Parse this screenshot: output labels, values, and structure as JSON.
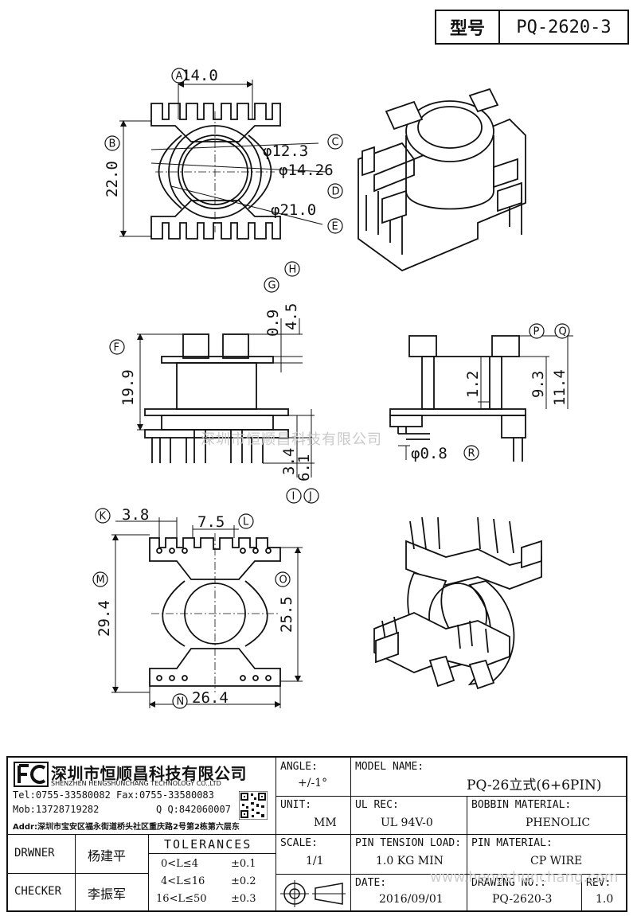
{
  "header": {
    "model_label": "型号",
    "model_value": "PQ-2620-3"
  },
  "dimensions": {
    "A": "A",
    "B": "B",
    "C": "C",
    "D": "D",
    "E": "E",
    "F": "F",
    "G": "G",
    "H": "H",
    "I": "I",
    "J": "J",
    "K": "K",
    "L": "L",
    "M": "M",
    "N": "N",
    "O": "O",
    "P": "P",
    "Q": "Q",
    "R": "R",
    "a_val": "14.0",
    "b_val": "22.0",
    "c_val": "φ12.3",
    "d_val": "φ14.26",
    "e_val": "φ21.0",
    "f_val": "19.9",
    "g_val": "0.9",
    "h_val": "4.5",
    "i_val": "3.4",
    "j_val": "6.1",
    "p_val": "1.2",
    "q_val1": "9.3",
    "q_val2": "11.4",
    "r_val": "φ0.8",
    "k_val": "3.8",
    "l_val": "7.5",
    "m_val": "29.4",
    "n_val": "26.4",
    "o_val": "25.5"
  },
  "watermark": "深圳市恒顺昌科技有限公司",
  "watermark_url": "www.hengshunchang.com",
  "title_block": {
    "company_cn": "深圳市恒顺昌科技有限公司",
    "company_en": "SHENZHEN HENGSHUNCHANG TECHNOLOGY CO.,LTD",
    "tel": "Tel:0755-33580082 Fax:0755-33580083",
    "mob": "Mob:13728719282",
    "qq": "Q Q:842060007",
    "addr": "Addr:深圳市宝安区福永街道桥头社区重庆路2号第2栋第六层东",
    "drwner_label": "DRWNER",
    "drwner_value": "杨建平",
    "checker_label": "CHECKER",
    "checker_value": "李振军",
    "tolerances_label": "TOLERANCES",
    "tol1_range": "0<L≤4",
    "tol1_val": "±0.1",
    "tol2_range": "4<L≤16",
    "tol2_val": "±0.2",
    "tol3_range": "16<L≤50",
    "tol3_val": "±0.3",
    "angle_label": "ANGLE:",
    "angle_value": "+/-1°",
    "unit_label": "UNIT:",
    "unit_value": "MM",
    "scale_label": "SCALE:",
    "scale_value": "1/1",
    "model_name_label": "MODEL NAME:",
    "model_name_value": "PQ-26立式(6+6PIN)",
    "ul_rec_label": "UL REC:",
    "ul_rec_value": "UL 94V-0",
    "bobbin_label": "BOBBIN MATERIAL:",
    "bobbin_value": "PHENOLIC",
    "pin_tension_label": "PIN TENSION LOAD:",
    "pin_tension_value": "1.0 KG MIN",
    "pin_material_label": "PIN MATERIAL:",
    "pin_material_value": "CP WIRE",
    "date_label": "DATE:",
    "date_value": "2016/09/01",
    "drawing_no_label": "DRAWING NO.:",
    "drawing_no_value": "PQ-2620-3",
    "rev_label": "REV:",
    "rev_value": "1.0"
  }
}
